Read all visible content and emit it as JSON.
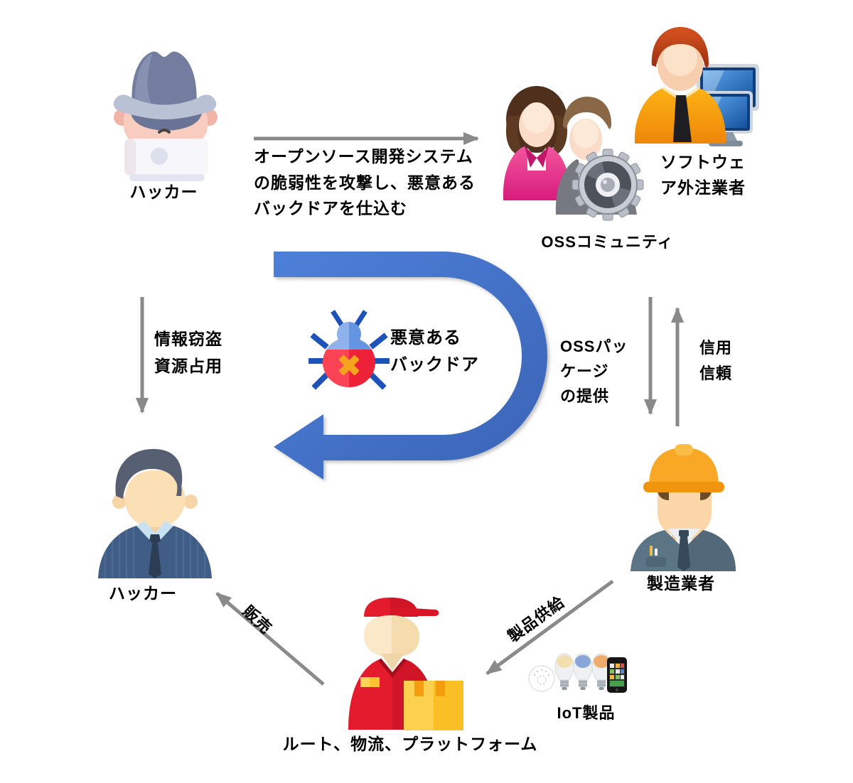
{
  "nodes": {
    "hacker_top": "ハッカー",
    "oss_community": "OSSコミュニティ",
    "software_outsourcer": "ソフトウェ\nア外注業者",
    "malicious_backdoor": "悪意ある\nバックドア",
    "manufacturer": "製造業者",
    "hacker_bottom": "ハッカー",
    "logistics_platform": "ルート、物流、プラットフォーム",
    "iot_products": "IoT製品"
  },
  "edges": {
    "attack_description": "オープンソース開発システム\nの脆弱性を攻撃し、悪意ある\nバックドアを仕込む",
    "info_theft": "情報窃盗\n資源占用",
    "oss_package_provision": "OSSパッ\nケージ\nの提供",
    "trust": "信用\n信頼",
    "product_supply": "製品供給",
    "sales": "販売"
  },
  "colors": {
    "arrow_gray": "#8a8a8a",
    "loop_blue_light": "#4d80d9",
    "loop_blue_dark": "#3a63b5",
    "bug_red": "#ee2138",
    "bug_blue": "#6495e2",
    "text": "#000000"
  }
}
